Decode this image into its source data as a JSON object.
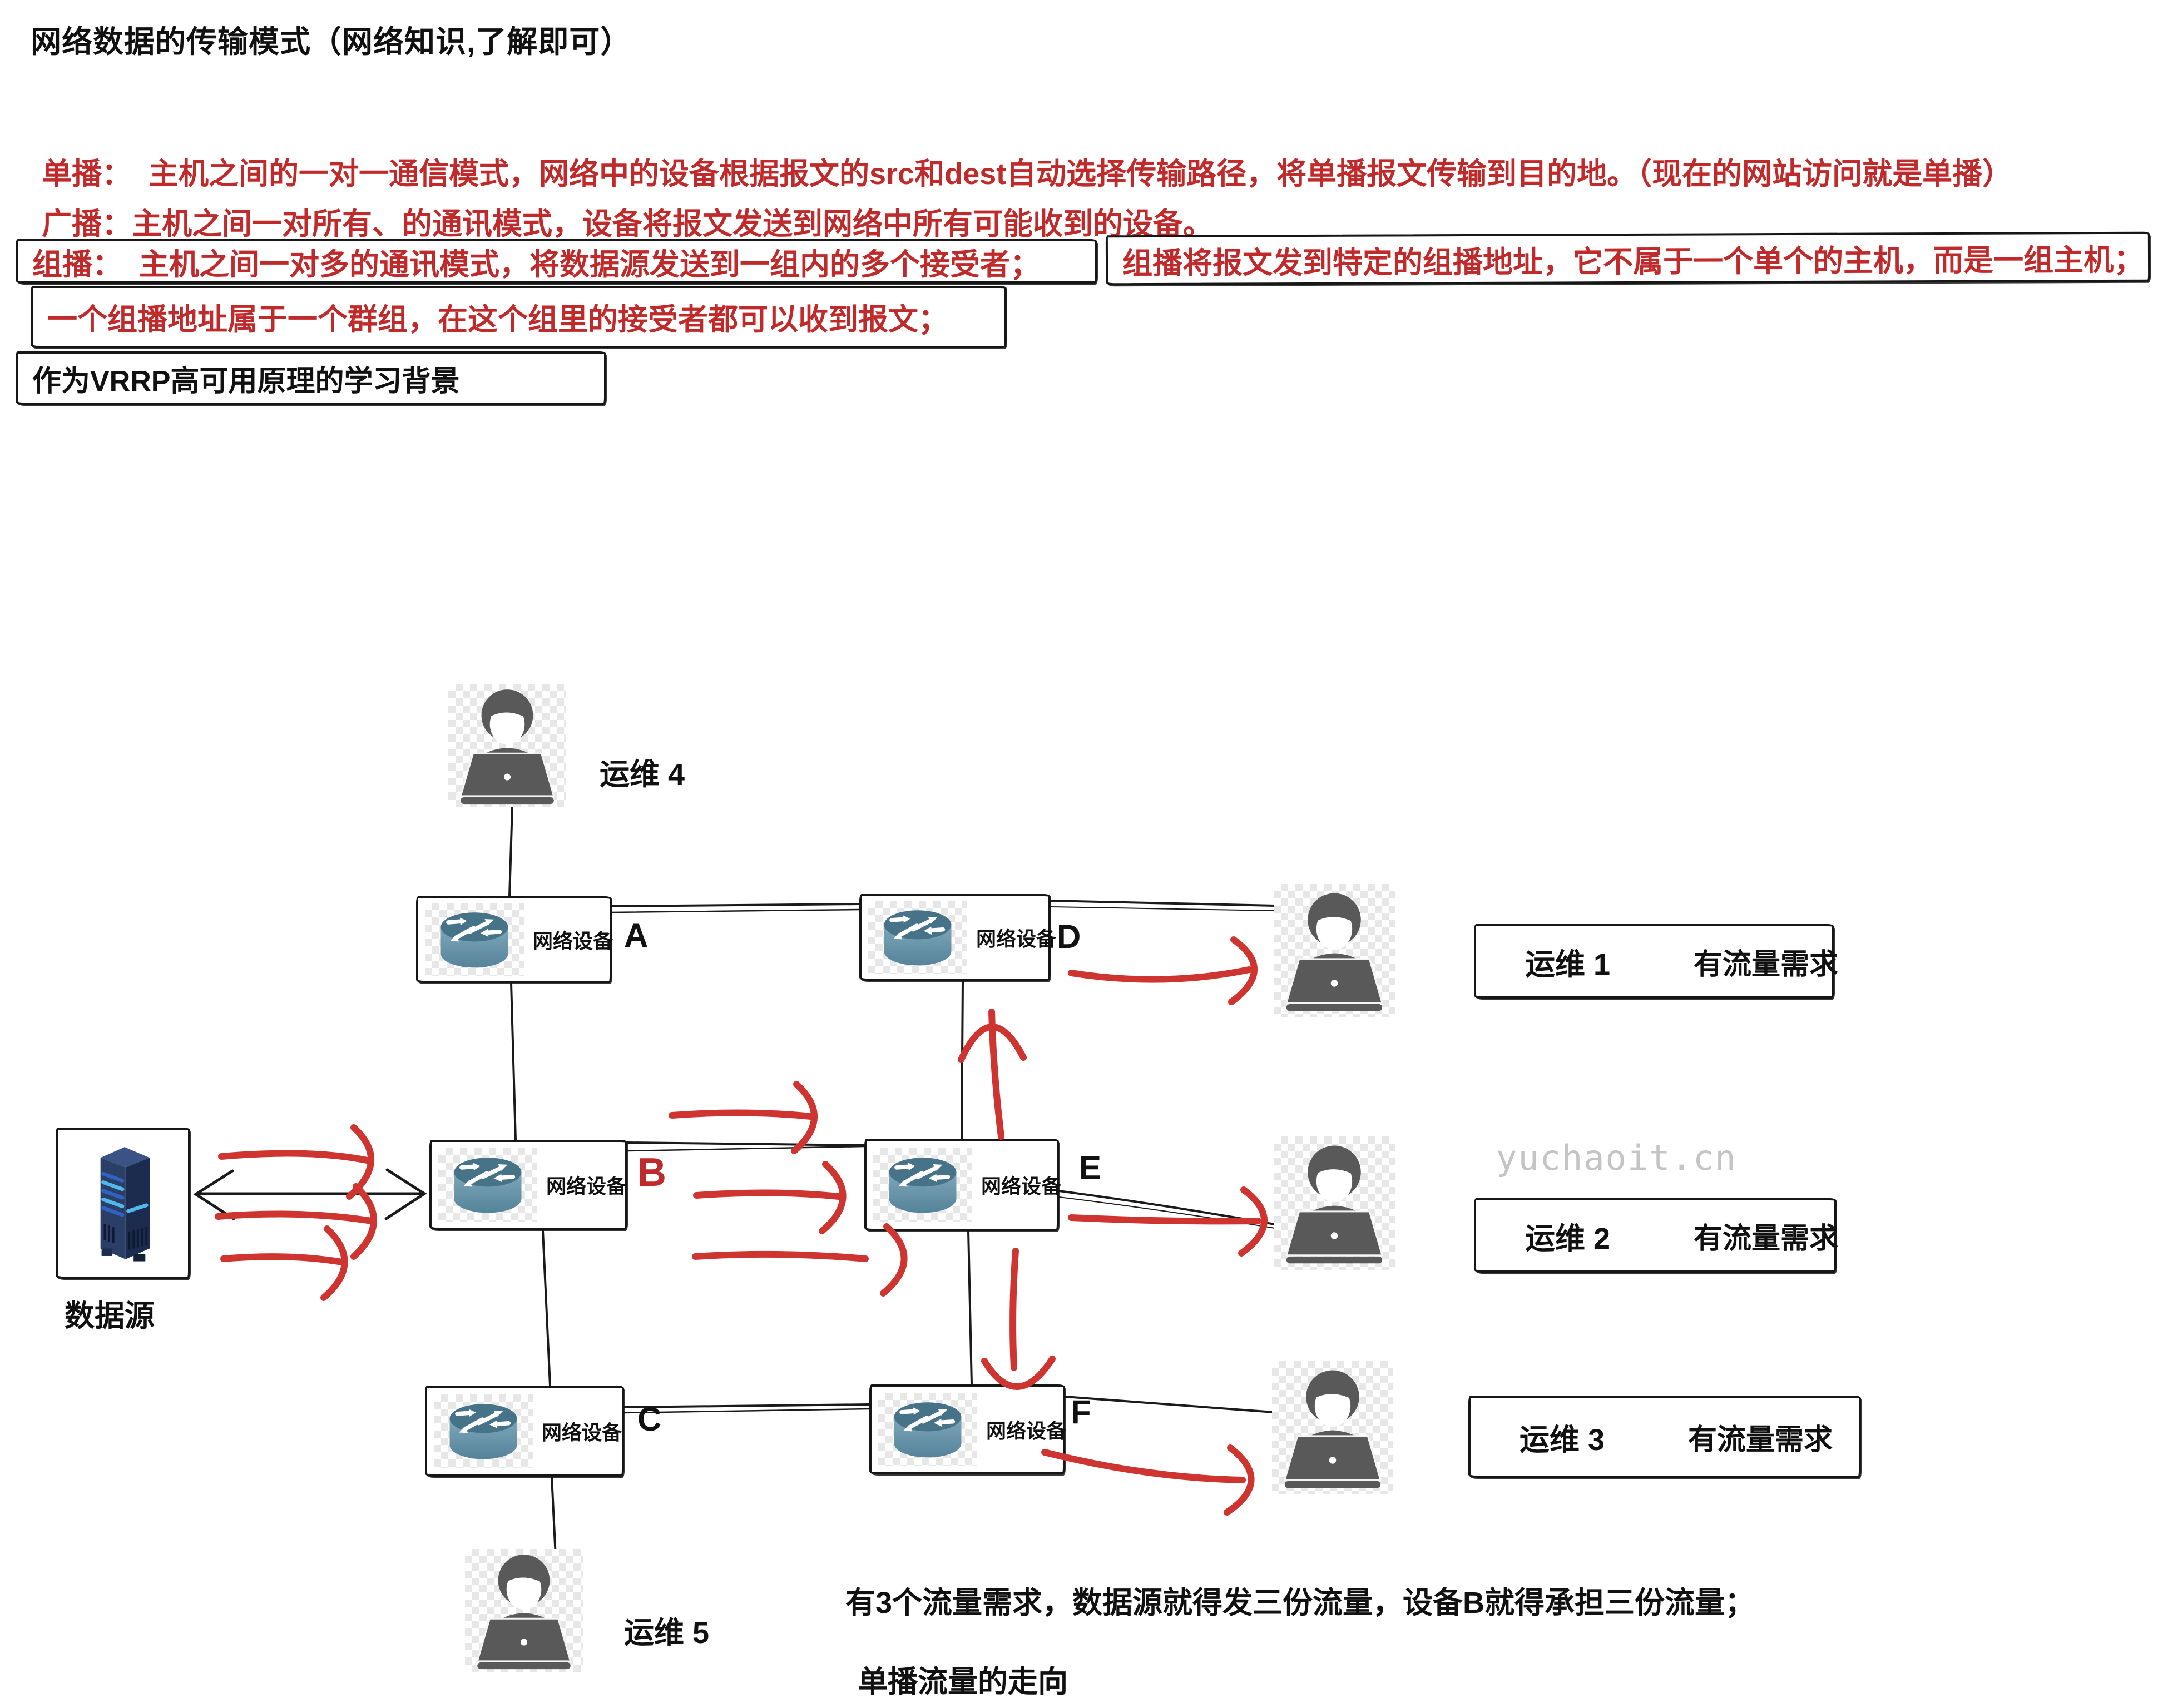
{
  "title": "网络数据的传输模式（网络知识,了解即可）",
  "notes": {
    "unicast": "单播：  主机之间的一对一通信模式，网络中的设备根据报文的src和dest自动选择传输路径，将单播报文传输到目的地。（现在的网站访问就是单播）",
    "broadcast": "广播：主机之间一对所有、的通讯模式，设备将报文发送到网络中所有可能收到的设备。",
    "multicast_left": "组播：  主机之间一对多的通讯模式，将数据源发送到一组内的多个接受者；",
    "multicast_right": "组播将报文发到特定的组播地址，它不属于一个单个的主机，而是一组主机；",
    "multicast_line2": "一个组播地址属于一个群组，在这个组里的接受者都可以收到报文；",
    "vrrp": "作为VRRP高可用原理的学习背景"
  },
  "diagram": {
    "source_label": "数据源",
    "device_name": "网络设备",
    "devices": [
      {
        "letter": "A"
      },
      {
        "letter": "B"
      },
      {
        "letter": "C"
      },
      {
        "letter": "D"
      },
      {
        "letter": "E"
      },
      {
        "letter": "F"
      }
    ],
    "operators": [
      {
        "name": "运维 1",
        "demand": "有流量需求"
      },
      {
        "name": "运维 2",
        "demand": "有流量需求"
      },
      {
        "name": "运维 3",
        "demand": "有流量需求"
      },
      {
        "name": "运维 4"
      },
      {
        "name": "运维 5"
      }
    ],
    "watermark": "yuchaoit.cn",
    "connections": {
      "black_links": [
        "运维4-A",
        "A-D",
        "A-B",
        "B-E",
        "B-C",
        "C-F",
        "C-运维5",
        "D-E",
        "E-F",
        "D-运维1",
        "E-运维2",
        "F-运维3",
        "数据源<->B"
      ],
      "red_flows": [
        "数据源->B x3",
        "B->E x3",
        "E->D",
        "E->F",
        "D->运维1",
        "E->运维2",
        "F->运维3"
      ]
    }
  },
  "footer": {
    "line1": "有3个流量需求，数据源就得发三份流量，设备B就得承担三份流量；",
    "line2": "单播流量的走向"
  },
  "colors": {
    "red_text": "#c02a2a",
    "red_arrow": "#cf3530",
    "black_line": "#1a1a1a",
    "router_teal": "#477389",
    "server_navy": "#2b3f66"
  }
}
